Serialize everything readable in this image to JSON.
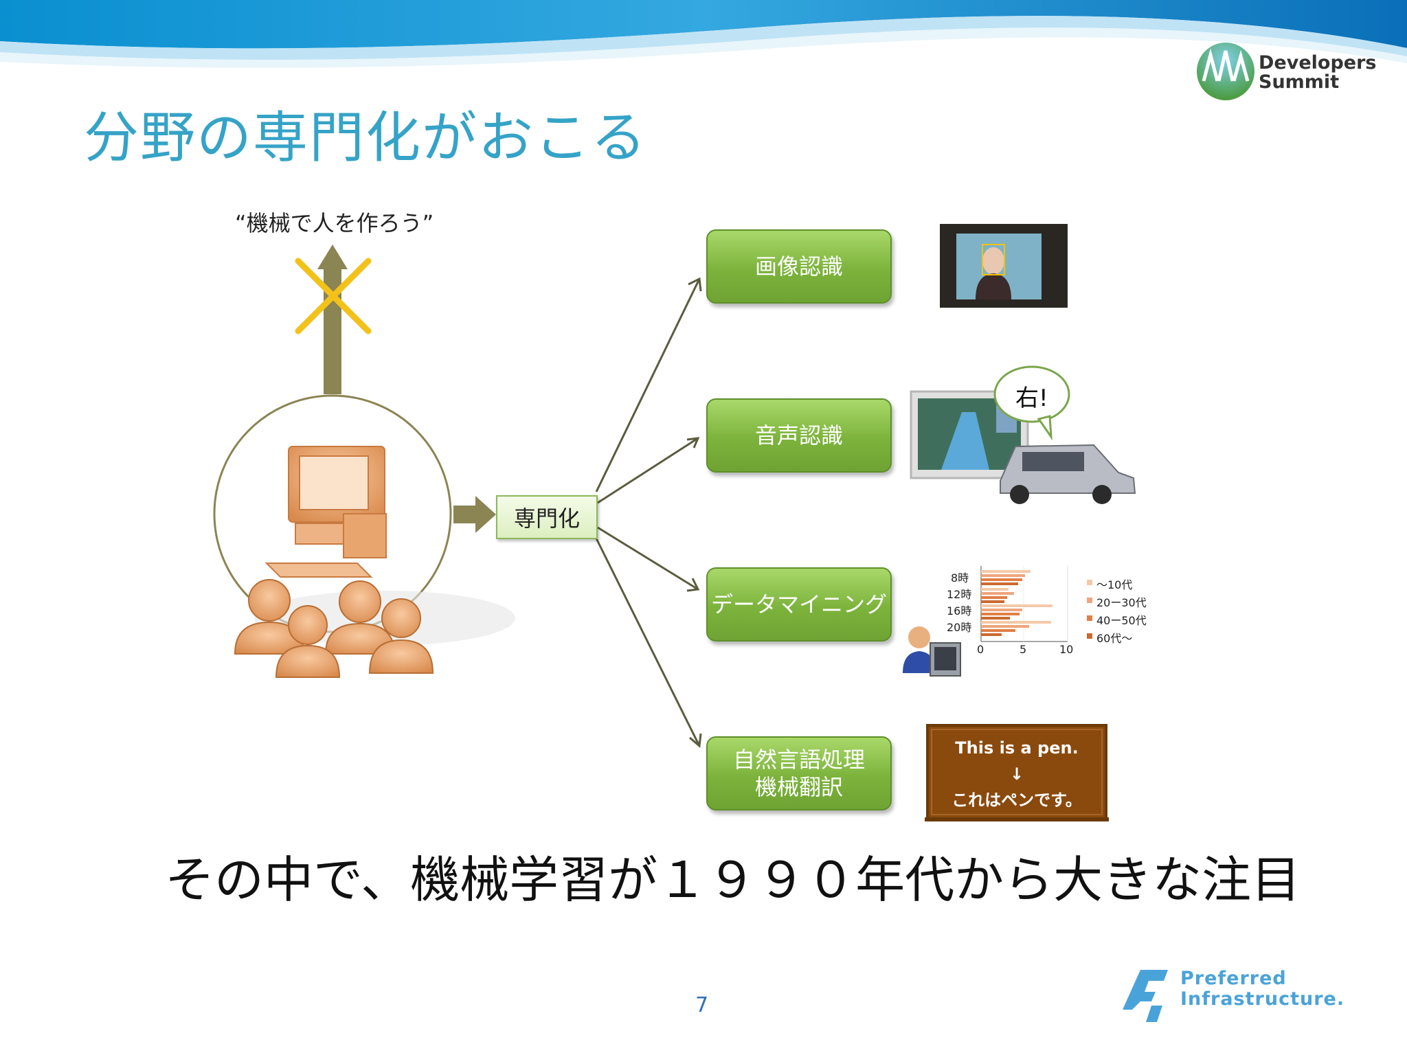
{
  "slide": {
    "title": "分野の専門化がおこる",
    "quote": "“機械で人を作ろう”",
    "center_label": "専門化",
    "caption": "その中で、機械学習が１９９０年代から大きな注目",
    "page_number": "7"
  },
  "branches": [
    {
      "label_line1": "画像認識",
      "label_line2": ""
    },
    {
      "label_line1": "音声認識",
      "label_line2": ""
    },
    {
      "label_line1": "データマイニング",
      "label_line2": ""
    },
    {
      "label_line1": "自然言語処理",
      "label_line2": "機械翻訳"
    }
  ],
  "speech": {
    "bubble_text": "右!"
  },
  "mini_chart": {
    "y_labels": [
      "8時",
      "12時",
      "16時",
      "20時"
    ],
    "x_ticks": [
      "0",
      "5",
      "10"
    ],
    "legend": [
      "〜10代",
      "20ー30代",
      "40ー50代",
      "60代〜"
    ]
  },
  "blackboard": {
    "line1": "This is a pen.",
    "arrow": "↓",
    "line2": "これはペンです。"
  },
  "logos": {
    "developers_summit_line1": "Developers",
    "developers_summit_line2": "Summit",
    "pfi_line1": "Preferred",
    "pfi_line2": "Infrastructure."
  },
  "colors": {
    "title": "#35a3c7",
    "green_box": "#7cb33c",
    "arrow_olive": "#8b8453",
    "cross": "#f2c21a",
    "people_orange": "#d9884a"
  }
}
